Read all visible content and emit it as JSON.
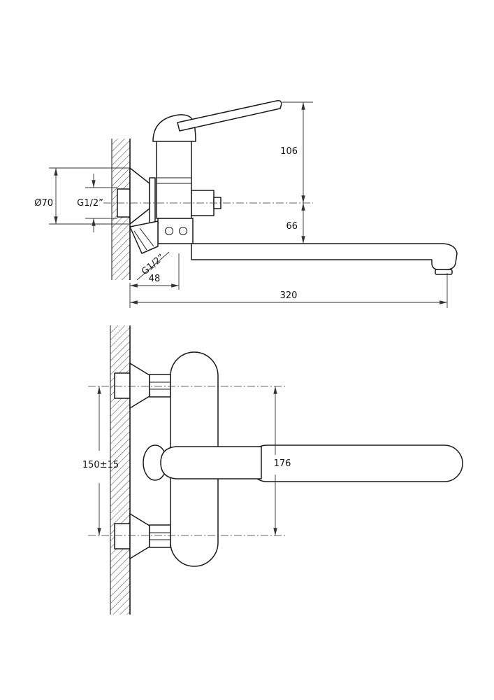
{
  "colors": {
    "background": "#ffffff",
    "outline": "#1a1a1a",
    "dimension_lines": "#333333",
    "label_text": "#111111"
  },
  "side_view": {
    "dims": {
      "handle_height": "106",
      "spout_height": "66",
      "flange_diameter": "Ø70",
      "inlet_thread": "G1/2”",
      "outlet_thread": "G1/2”",
      "wall_depth": "48",
      "spout_reach": "320"
    }
  },
  "front_view": {
    "dims": {
      "mounting_centers": "150±15",
      "body_height": "176"
    }
  }
}
